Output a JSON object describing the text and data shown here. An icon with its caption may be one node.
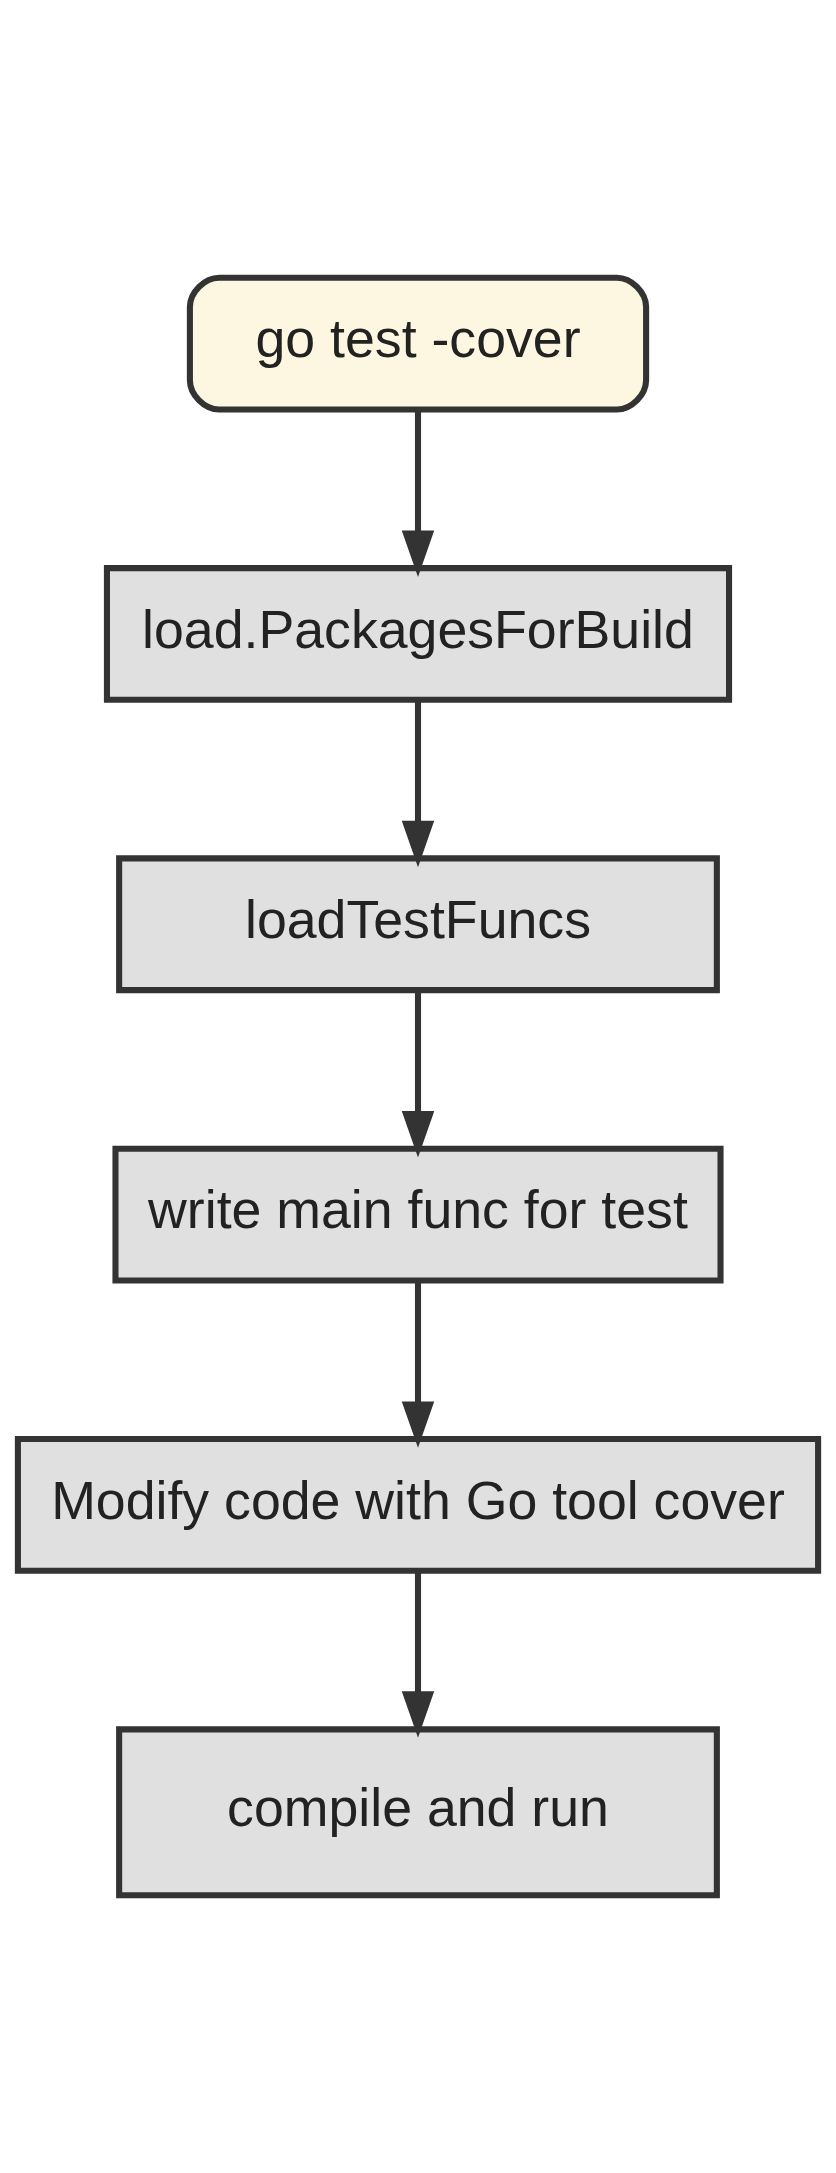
{
  "diagram": {
    "nodes": [
      {
        "text": [
          "go test -cover"
        ]
      },
      {
        "text": [
          "load.PackagesForBuild"
        ]
      },
      {
        "text": [
          "loadTestFuncs"
        ]
      },
      {
        "text": [
          "write main func for test"
        ]
      },
      {
        "text": [
          "Modify code with Go tool cover"
        ]
      },
      {
        "text": [
          "compile and run"
        ]
      }
    ],
    "edges": [
      {
        "from": 0,
        "to": 1,
        "arrow": "to"
      },
      {
        "from": 1,
        "to": 2,
        "arrow": "to"
      },
      {
        "from": 2,
        "to": 3,
        "arrow": "to"
      },
      {
        "from": 3,
        "to": 4,
        "arrow": "to"
      },
      {
        "from": 4,
        "to": 5,
        "arrow": "to"
      }
    ]
  }
}
